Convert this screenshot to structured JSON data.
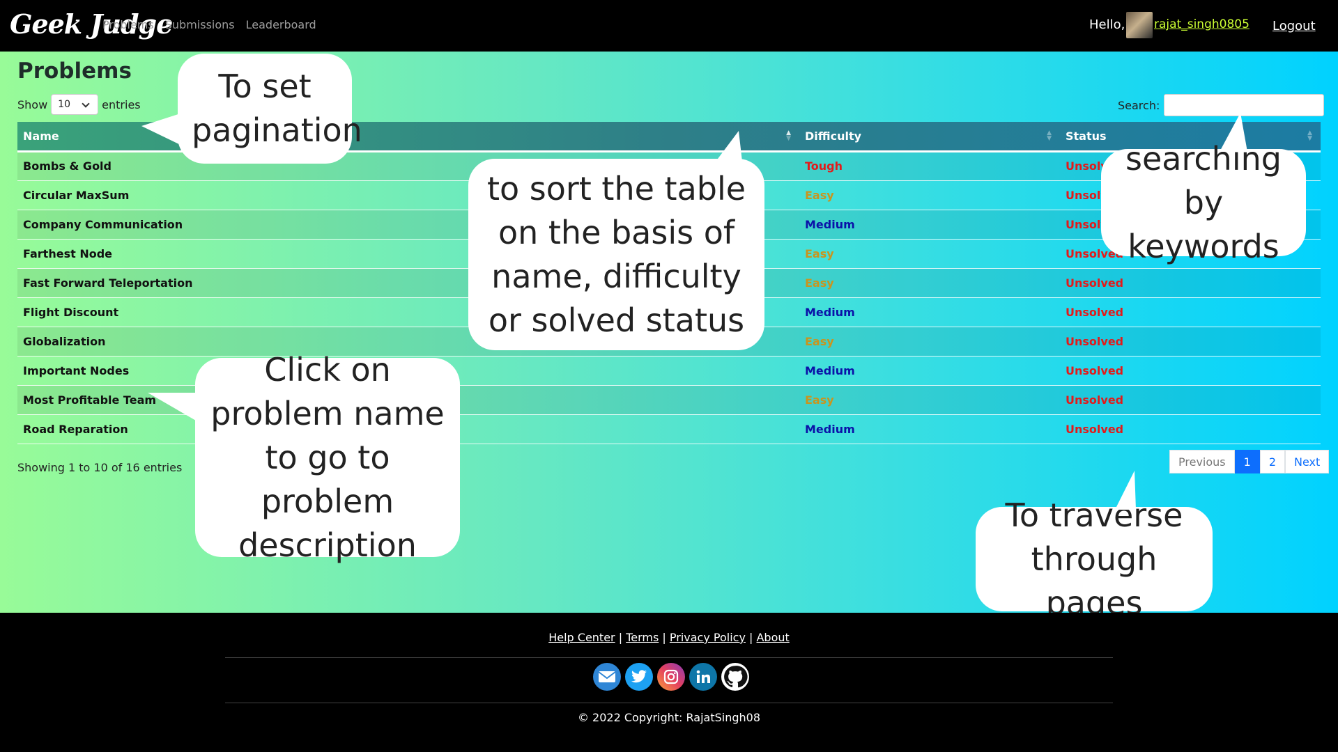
{
  "header": {
    "brand": "Geek Judge",
    "nav": [
      "Problems",
      "Submissions",
      "Leaderboard"
    ],
    "hello": "Hello,",
    "username": "rajat_singh0805",
    "logout": "Logout"
  },
  "page": {
    "title": "Problems",
    "show_label": "Show",
    "entries_value": "10",
    "entries_label": "entries",
    "search_label": "Search:",
    "columns": [
      "Name",
      "Difficulty",
      "Status"
    ],
    "rows": [
      {
        "name": "Bombs & Gold",
        "difficulty": "Tough",
        "status": "Unsolved"
      },
      {
        "name": "Circular MaxSum",
        "difficulty": "Easy",
        "status": "Unsolved"
      },
      {
        "name": "Company Communication",
        "difficulty": "Medium",
        "status": "Unsolved"
      },
      {
        "name": "Farthest Node",
        "difficulty": "Easy",
        "status": "Unsolved"
      },
      {
        "name": "Fast Forward Teleportation",
        "difficulty": "Easy",
        "status": "Unsolved"
      },
      {
        "name": "Flight Discount",
        "difficulty": "Medium",
        "status": "Unsolved"
      },
      {
        "name": "Globalization",
        "difficulty": "Easy",
        "status": "Unsolved"
      },
      {
        "name": "Important Nodes",
        "difficulty": "Medium",
        "status": "Unsolved"
      },
      {
        "name": "Most Profitable Team",
        "difficulty": "Easy",
        "status": "Unsolved"
      },
      {
        "name": "Road Reparation",
        "difficulty": "Medium",
        "status": "Unsolved"
      }
    ],
    "info": "Showing 1 to 10 of 16 entries",
    "pager": {
      "prev": "Previous",
      "pages": [
        "1",
        "2"
      ],
      "next": "Next"
    }
  },
  "callouts": {
    "pagination": "To set pagination",
    "sort": "to sort the table on the basis of name, difficulty or solved status",
    "search": "searching by keywords",
    "click": "Click on problem name to go to problem description",
    "traverse": "To traverse through pages"
  },
  "footer": {
    "links": [
      "Help Center",
      "Terms",
      "Privacy Policy",
      "About"
    ],
    "socials": [
      "mail-icon",
      "twitter-icon",
      "instagram-icon",
      "linkedin-icon",
      "github-icon"
    ],
    "copyright": "© 2022 Copyright: RajatSingh08"
  },
  "colors": {
    "tough": "#e31a1a",
    "easy": "#c9951e",
    "medium": "#0b12a8",
    "unsolved": "#e31a1a",
    "username": "#ccff33",
    "active_page": "#0d6efd"
  }
}
